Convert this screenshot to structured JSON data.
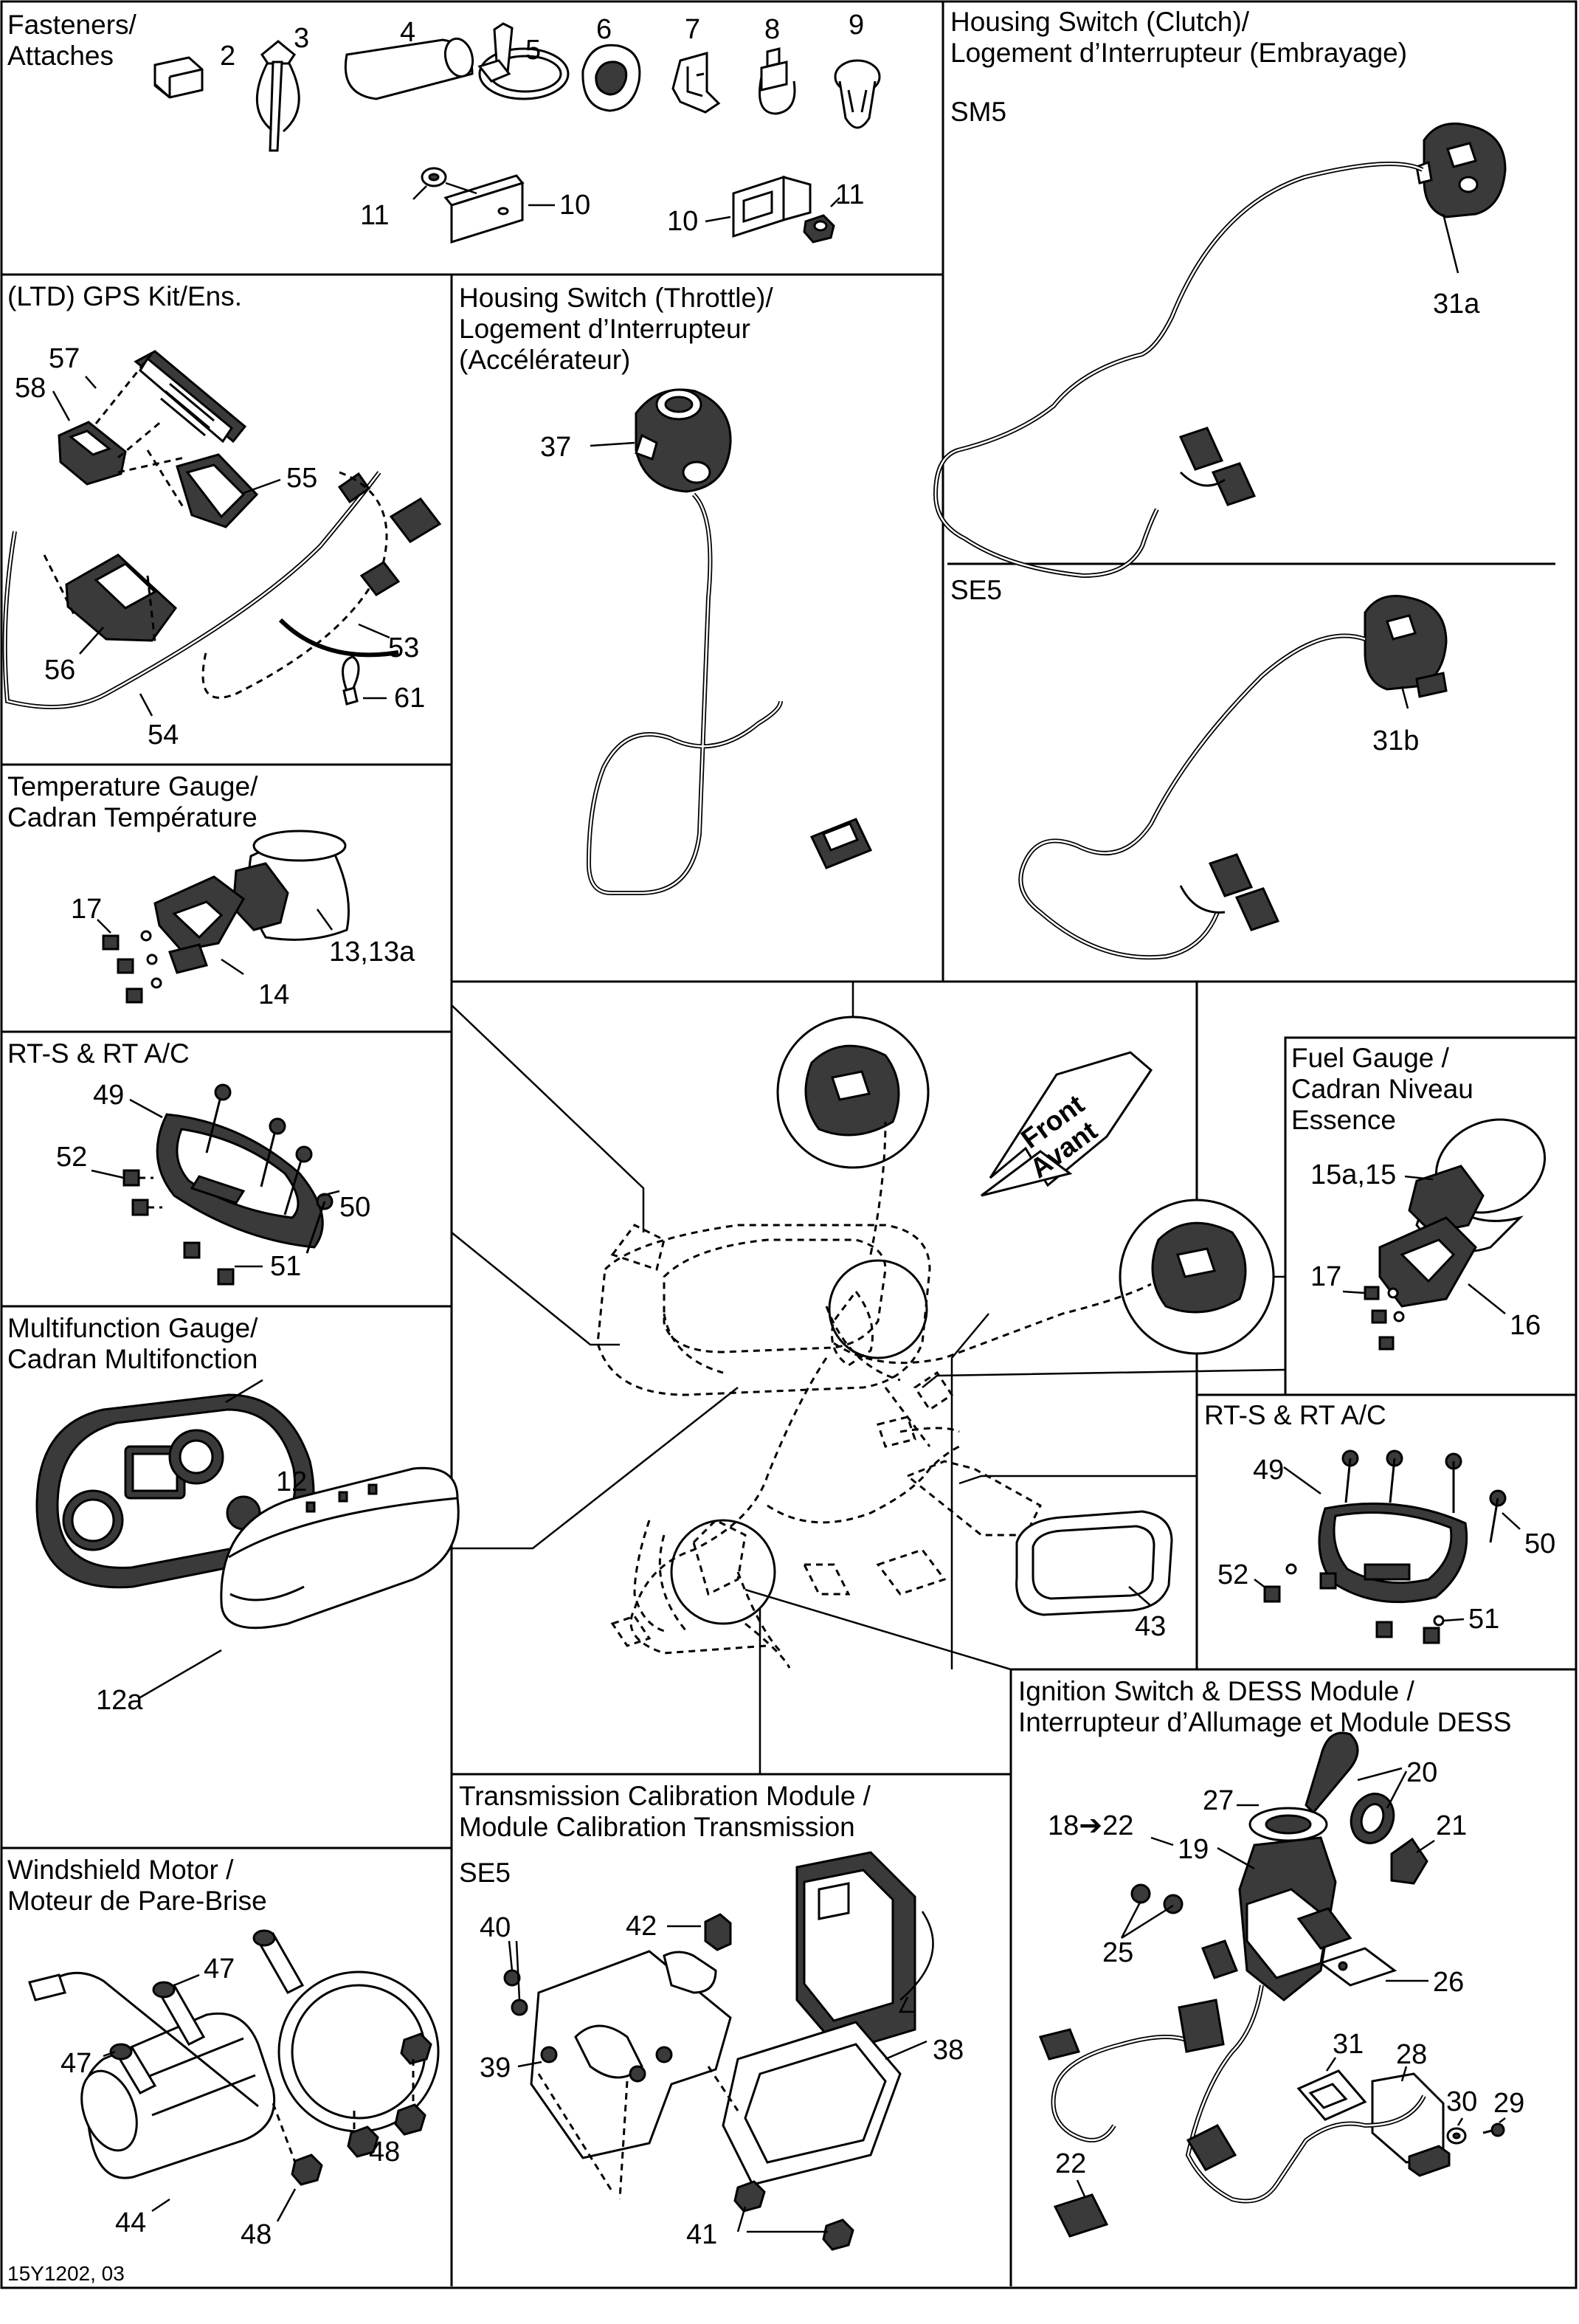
{
  "diagram_id": "15Y1202, 03",
  "panels": {
    "fasteners": {
      "title_l1": "Fasteners/",
      "title_l2": "Attaches",
      "refs": [
        "2",
        "3",
        "4",
        "5",
        "6",
        "7",
        "8",
        "9",
        "10",
        "11",
        "10",
        "11"
      ]
    },
    "gps": {
      "title": "(LTD) GPS Kit/Ens.",
      "refs": [
        "57",
        "58",
        "55",
        "56",
        "53",
        "54",
        "61"
      ]
    },
    "throttle": {
      "title_l1": "Housing Switch (Throttle)/",
      "title_l2": "Logement d’Interrupteur",
      "title_l3": "(Accélérateur)",
      "refs": [
        "37"
      ]
    },
    "clutch": {
      "title_l1": "Housing Switch (Clutch)/",
      "title_l2": "Logement d’Interrupteur (Embrayage)",
      "sm5": "SM5",
      "se5": "SE5",
      "refs": [
        "31a",
        "31b"
      ]
    },
    "temperature": {
      "title_l1": "Temperature Gauge/",
      "title_l2": "Cadran Température",
      "refs": [
        "17",
        "13,13a",
        "14"
      ]
    },
    "rts_left": {
      "title": "RT-S & RT A/C",
      "refs": [
        "49",
        "52",
        "50",
        "51"
      ]
    },
    "multifunction": {
      "title_l1": "Multifunction Gauge/",
      "title_l2": "Cadran Multifonction",
      "refs": [
        "12",
        "12a"
      ]
    },
    "fuel": {
      "title_l1": "Fuel Gauge /",
      "title_l2": "Cadran Niveau",
      "title_l3": "Essence",
      "refs": [
        "15a,15",
        "17",
        "16"
      ]
    },
    "rts_right": {
      "title": "RT-S & RT A/C",
      "refs": [
        "49",
        "50",
        "52",
        "51"
      ]
    },
    "center": {
      "front_l1": "Front",
      "front_l2": "Avant",
      "refs": [
        "43"
      ]
    },
    "windshield": {
      "title_l1": "Windshield Motor /",
      "title_l2": "Moteur de Pare-Brise",
      "refs": [
        "47",
        "47",
        "48",
        "44",
        "48"
      ]
    },
    "transmission": {
      "title_l1": "Transmission Calibration Module /",
      "title_l2": "Module Calibration Transmission",
      "se5": "SE5",
      "refs": [
        "40",
        "42",
        "39",
        "38",
        "41"
      ]
    },
    "ignition": {
      "title_l1": "Ignition Switch &  DESS Module /",
      "title_l2": "Interrupteur d’Allumage et Module DESS",
      "refs": [
        "20",
        "18➔22",
        "27",
        "19",
        "21",
        "25",
        "26",
        "31",
        "28",
        "30",
        "29",
        "22"
      ]
    }
  }
}
